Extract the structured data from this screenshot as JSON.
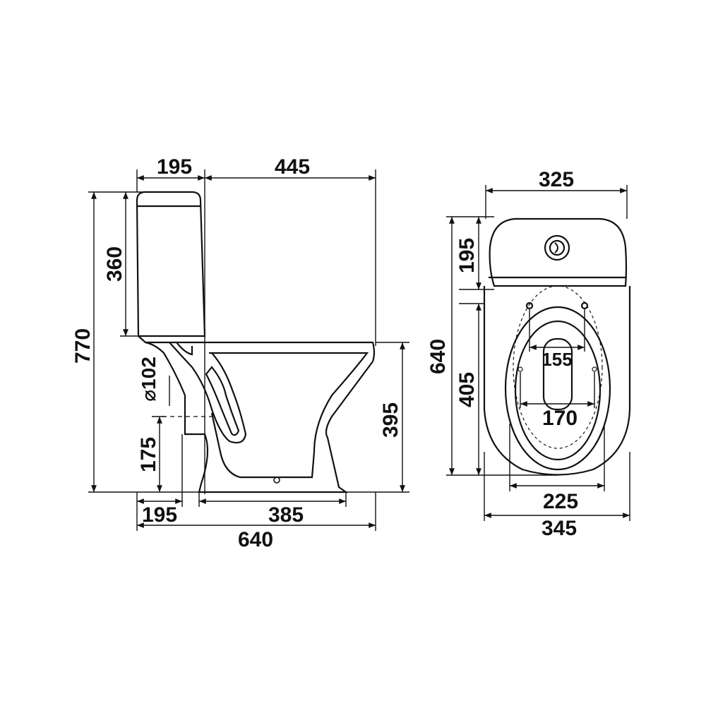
{
  "colors": {
    "line": "#111111",
    "background": "#ffffff"
  },
  "side_view": {
    "dims": {
      "tank_depth": "195",
      "bowl_length": "445",
      "tank_height": "360",
      "total_height": "770",
      "outlet_diameter": "⌀102",
      "outlet_height": "175",
      "rim_height": "395",
      "outlet_offset": "195",
      "base_length": "385",
      "total_length": "640"
    }
  },
  "top_view": {
    "dims": {
      "tank_width": "325",
      "tank_depth": "195",
      "total_length": "640",
      "bowl_length": "405",
      "inner_width": "155",
      "hole_spacing": "170",
      "base_width": "225",
      "total_width": "345"
    }
  }
}
